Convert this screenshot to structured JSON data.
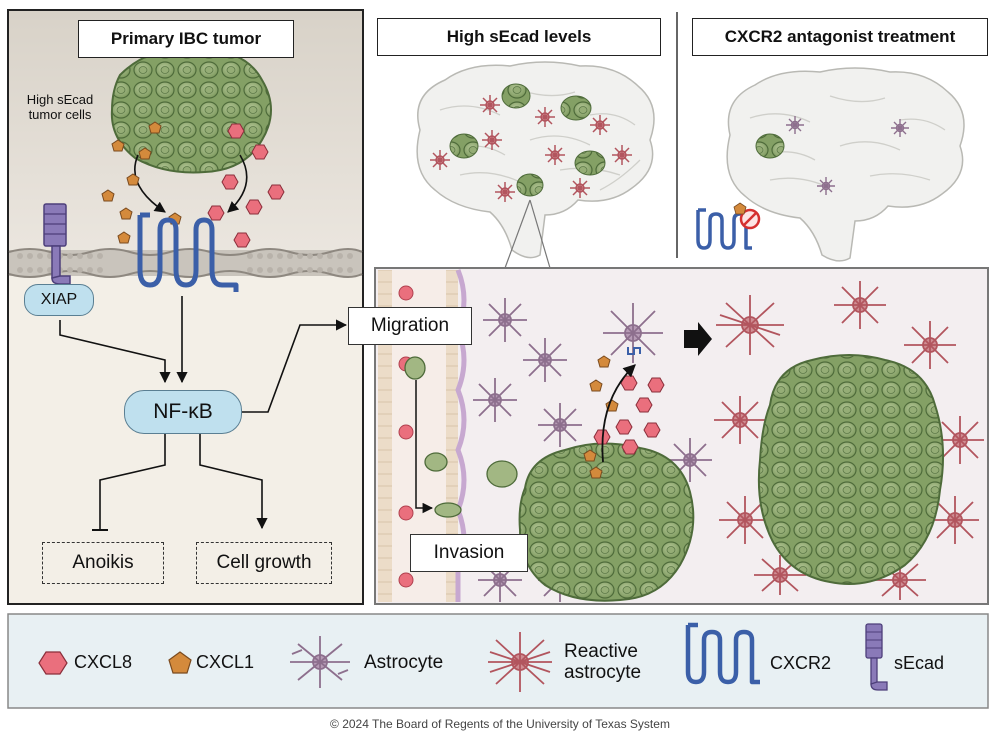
{
  "panels": {
    "primary_title": "Primary IBC tumor",
    "secad_title": "High sEcad levels",
    "cxcr2_title": "CXCR2 antagonist treatment"
  },
  "primary": {
    "tumor_cells_label": "High sEcad\ntumor cells",
    "xiap_label": "XIAP",
    "nfkb_label": "NF-κB",
    "anoikis_label": "Anoikis",
    "cell_growth_label": "Cell growth"
  },
  "process": {
    "migration_label": "Migration",
    "invasion_label": "Invasion"
  },
  "legend": {
    "cxcl8": "CXCL8",
    "cxcl1": "CXCL1",
    "astrocyte": "Astrocyte",
    "reactive_astrocyte": "Reactive\nastrocyte",
    "cxcr2": "CXCR2",
    "secad": "sEcad"
  },
  "footer": {
    "copyright": "© 2024 The Board of Regents of the University of Texas System"
  },
  "colors": {
    "tumor_green": "#7d9b5e",
    "cxcl8_fill": "#ea6f7d",
    "cxcl1_fill": "#d48a3c",
    "receptor_blue": "#3b5fa8",
    "secad_purple": "#7a6aa8",
    "pill_blue": "#bfe0ee",
    "reactive_red": "#b2555e",
    "astro_purple": "#8d6f8d"
  }
}
